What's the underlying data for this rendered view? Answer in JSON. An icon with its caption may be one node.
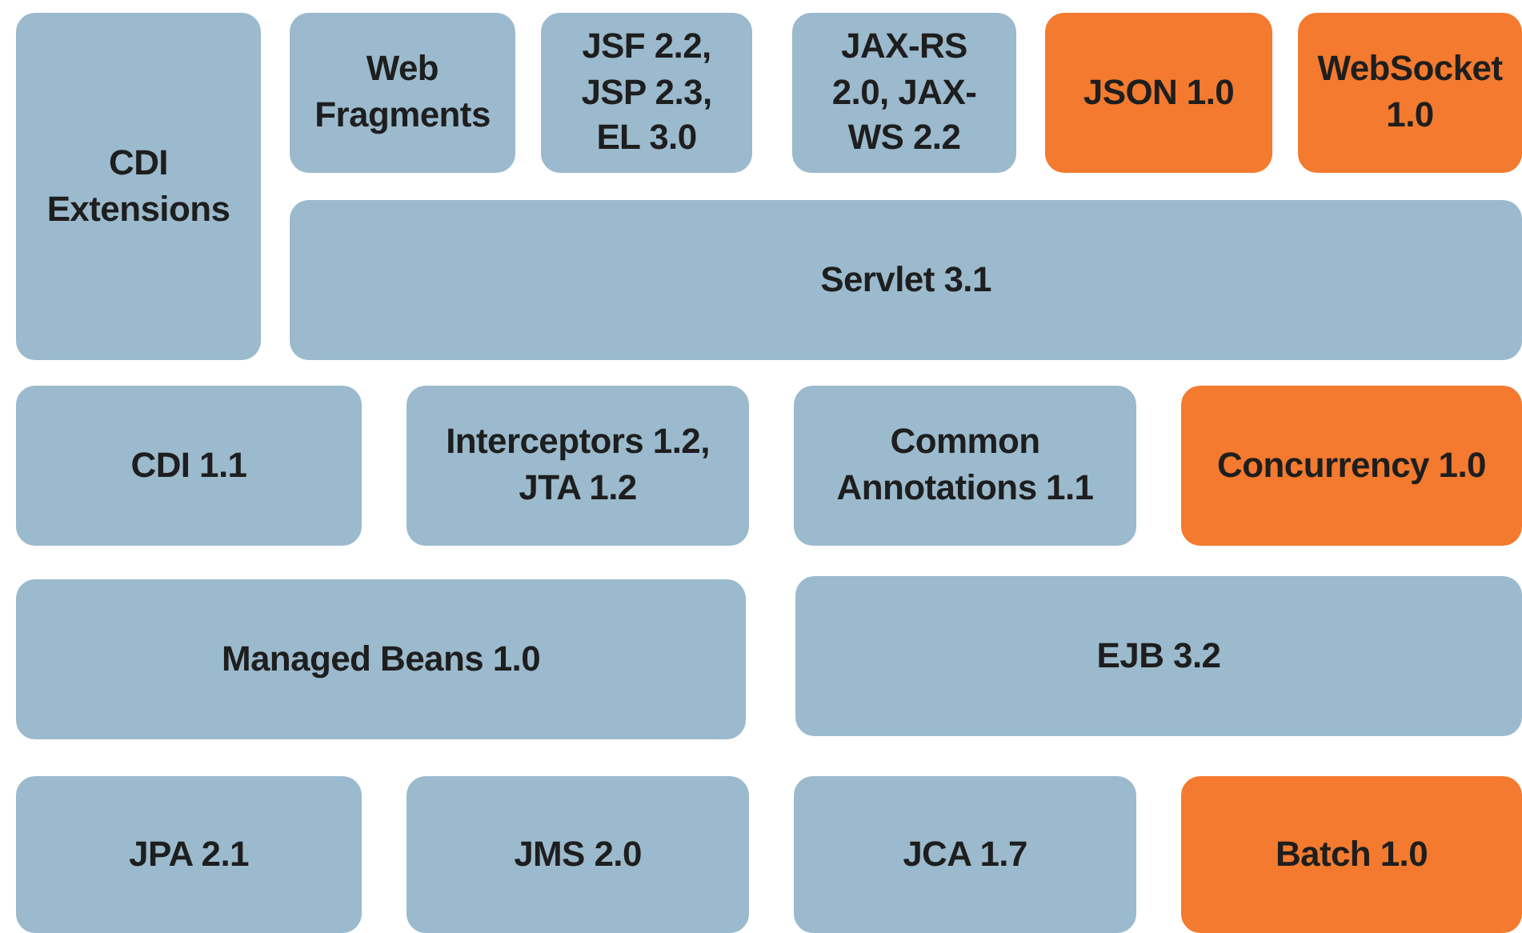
{
  "diagram": {
    "nodes": [
      {
        "text": [
          "CDI Extensions"
        ]
      },
      {
        "text": [
          "Web Fragments"
        ]
      },
      {
        "text": [
          "JSF 2.2, JSP 2.3, EL 3.0"
        ]
      },
      {
        "text": [
          "JAX-RS 2.0, JAX-WS 2.2"
        ]
      },
      {
        "text": [
          "JSON 1.0"
        ]
      },
      {
        "text": [
          "WebSocket 1.0"
        ]
      },
      {
        "text": [
          "Servlet 3.1"
        ]
      },
      {
        "text": [
          "CDI 1.1"
        ]
      },
      {
        "text": [
          "Interceptors 1.2, JTA 1.2"
        ]
      },
      {
        "text": [
          "Common Annotations 1.1"
        ]
      },
      {
        "text": [
          "Concurrency 1.0"
        ]
      },
      {
        "text": [
          "Managed Beans 1.0"
        ]
      },
      {
        "text": [
          "EJB 3.2"
        ]
      },
      {
        "text": [
          "JPA 2.1"
        ]
      },
      {
        "text": [
          "JMS 2.0"
        ]
      },
      {
        "text": [
          "JCA 1.7"
        ]
      },
      {
        "text": [
          "Batch 1.0"
        ]
      }
    ]
  }
}
